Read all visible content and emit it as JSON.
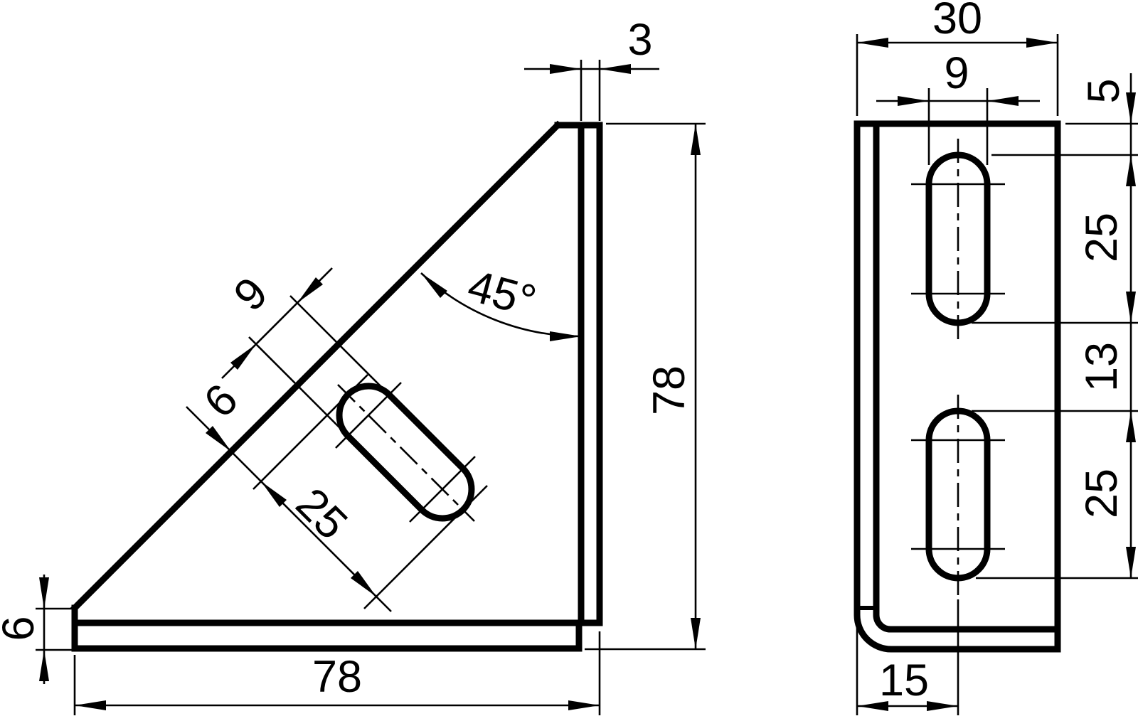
{
  "drawing": {
    "background": "#ffffff",
    "line_color": "#000000",
    "side_view": {
      "dims": {
        "thickness": "3",
        "angle": "45°",
        "slot_width": "9",
        "slot_offset": "6",
        "slot_length": "25",
        "height": "78",
        "width": "78",
        "edge_height": "6"
      }
    },
    "front_view": {
      "dims": {
        "width": "30",
        "slot_width": "9",
        "top_offset": "5",
        "upper_slot_length": "25",
        "slot_gap": "13",
        "lower_slot_length": "25",
        "center_offset": "15"
      }
    }
  }
}
